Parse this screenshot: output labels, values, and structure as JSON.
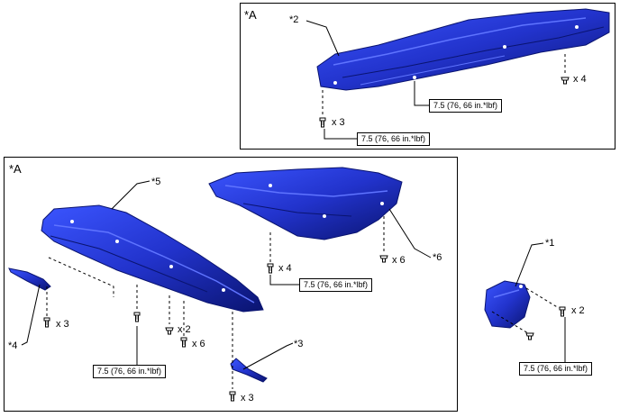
{
  "views": [
    {
      "view_label": "*A",
      "parts": [
        {
          "ref": "*2"
        }
      ],
      "fasteners": [
        {
          "qty": "x 4"
        },
        {
          "qty": "x 3"
        }
      ],
      "torque_specs": [
        {
          "text": "7.5 (76, 66 in.*lbf)"
        },
        {
          "text": "7.5 (76, 66 in.*lbf)"
        }
      ]
    },
    {
      "view_label": "*A",
      "parts": [
        {
          "ref": "*5"
        },
        {
          "ref": "*6"
        },
        {
          "ref": "*4"
        },
        {
          "ref": "*3"
        }
      ],
      "fasteners": [
        {
          "qty": "x 4"
        },
        {
          "qty": "x 6"
        },
        {
          "qty": "x 3"
        },
        {
          "qty": "x 2"
        },
        {
          "qty": "x 6"
        },
        {
          "qty": "x 3"
        }
      ],
      "torque_specs": [
        {
          "text": "7.5 (76, 66 in.*lbf)"
        },
        {
          "text": "7.5 (76, 66 in.*lbf)"
        }
      ]
    },
    {
      "view_label": "",
      "parts": [
        {
          "ref": "*1"
        }
      ],
      "fasteners": [
        {
          "qty": "x 2"
        }
      ],
      "torque_specs": [
        {
          "text": "7.5 (76, 66 in.*lbf)"
        }
      ]
    }
  ],
  "colors": {
    "part_fill": "#2233cc",
    "part_dark": "#0a1470",
    "part_light": "#5f74ff",
    "line": "#000000"
  }
}
